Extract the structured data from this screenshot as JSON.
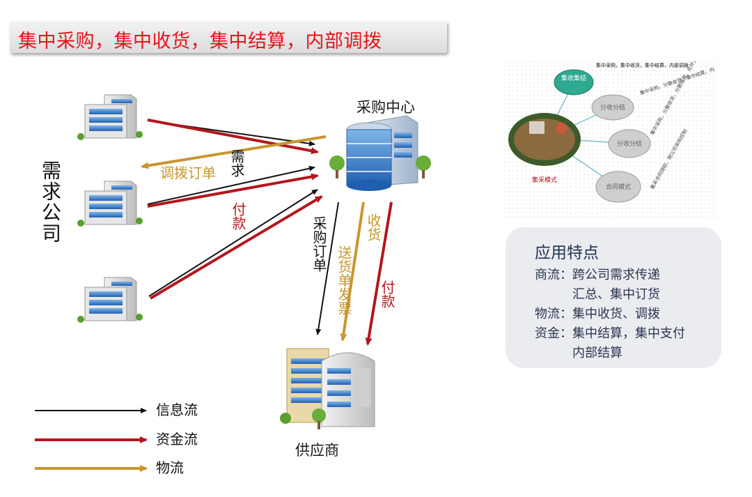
{
  "title": "集中采购，集中收货，集中结算，内部调拨",
  "nodes": {
    "center": "采购中心",
    "supplier": "供应商",
    "demand": "需求公司"
  },
  "flow_labels": {
    "transfer_order": "调拨订单",
    "demand": "需求",
    "payment_left": "付款",
    "purchase_order": "采购订单",
    "delivery_invoice": "送货单发票",
    "receiving": "收货",
    "payment_right": "付款"
  },
  "legend": [
    {
      "label": "信息流",
      "color": "#111111"
    },
    {
      "label": "资金流",
      "color": "#b3171d"
    },
    {
      "label": "物流",
      "color": "#c8962e"
    }
  ],
  "colors": {
    "info": "#111111",
    "money": "#b3171d",
    "logistics": "#c8962e",
    "title": "#e4141b"
  },
  "features": {
    "title": "应用特点",
    "rows": [
      {
        "key": "商流：",
        "value": "跨公司需求传递"
      },
      {
        "key": "",
        "value": "汇总、集中订货"
      },
      {
        "key": "物流：",
        "value": "集中收货、调拨"
      },
      {
        "key": "资金：",
        "value": "集中结算，集中支付"
      },
      {
        "key": "",
        "value": "内部结算"
      }
    ]
  },
  "mini_diagram": {
    "caption": "集采模式",
    "pills": [
      "集收集结",
      "分收分结",
      "分收分结",
      "合同模式"
    ],
    "notes": [
      "集中采购，集中收货，集中结算，内部调拨",
      "集中采购，分散收货，集中结算，内部结算",
      "集中采购，分散收货，分散结算，合并支付",
      "集采合同授权，跨公司采购控制"
    ]
  }
}
